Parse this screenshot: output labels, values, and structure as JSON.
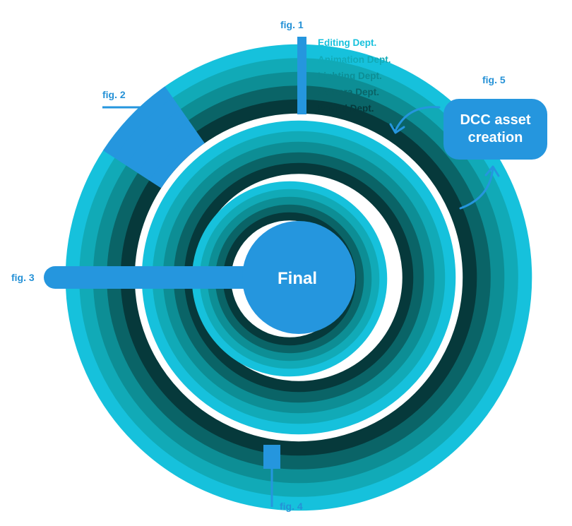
{
  "figures": {
    "fig1": "fig. 1",
    "fig2": "fig. 2",
    "fig3": "fig. 3",
    "fig4": "fig. 4",
    "fig5": "fig. 5"
  },
  "departments": [
    {
      "label": "Editing Dept.",
      "color": "#16c1dc"
    },
    {
      "label": "Animation Dept.",
      "color": "#11aab7"
    },
    {
      "label": "Lighting Dept.",
      "color": "#0d8e95"
    },
    {
      "label": "Camera Dept.",
      "color": "#0a6467"
    },
    {
      "label": "Sound Dept.",
      "color": "#06393b"
    }
  ],
  "center": {
    "label": "Final"
  },
  "dcc": {
    "label": "DCC asset creation"
  },
  "colors": {
    "highlight": "#2596de",
    "label_blue": "#2591d6",
    "final_fill": "#2596de",
    "dcc_fill": "#2596de",
    "arrow": "#2596de"
  }
}
